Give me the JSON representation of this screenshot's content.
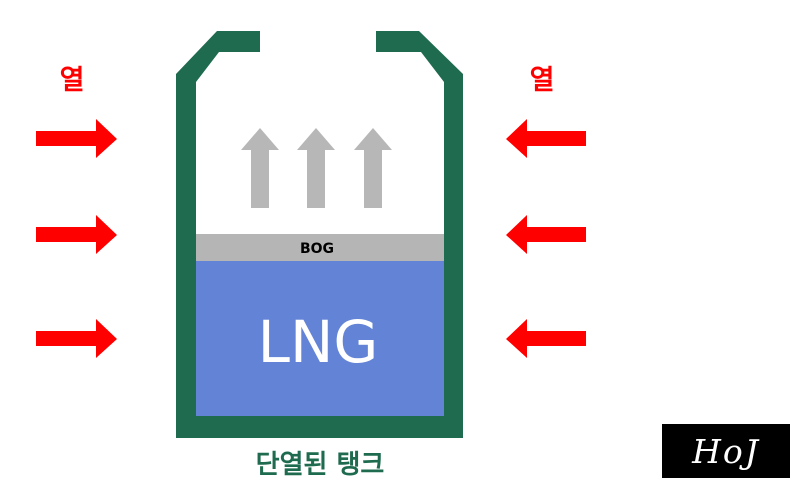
{
  "heat_label": "열",
  "bog_label": "BOG",
  "lng_label": "LNG",
  "tank_caption": "단열된 탱크",
  "logo_text": "HoJ",
  "colors": {
    "tank_wall": "#1e6b4f",
    "lng_liquid": "#6384d6",
    "bog_layer": "#b5b5b5",
    "heat": "#ff0000",
    "vapor_arrow": "#b7b7b7",
    "caption": "#1e6b4f",
    "logo_bg": "#000000",
    "logo_text": "#ffffff"
  },
  "icons": {
    "heat_arrows_left": "arrow-right-icon",
    "heat_arrows_right": "arrow-left-icon",
    "vapor_arrows": "arrow-up-icon"
  }
}
